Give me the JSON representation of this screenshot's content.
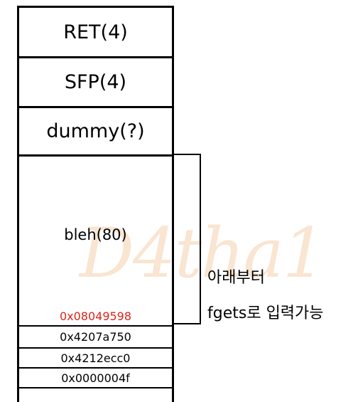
{
  "stack": {
    "ret": "RET(4)",
    "sfp": "SFP(4)",
    "dummy": "dummy(?)",
    "bleh": "bleh(80)",
    "bleh_addr": "0x08049598",
    "addr_1": "0x4207a750",
    "addr_2": "0x4212ecc0",
    "addr_3": "0x0000004f"
  },
  "annotation": {
    "line1": "아래부터",
    "line2": "fgets로 입력가능"
  },
  "watermark": "D4tha1",
  "colors": {
    "line": "#000000",
    "highlight_text": "#e0241b",
    "watermark": "#f2c79a"
  }
}
